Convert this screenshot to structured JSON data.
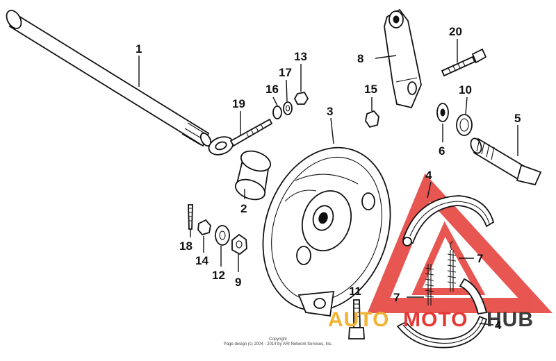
{
  "labels": {
    "l1": "1",
    "l2": "2",
    "l3": "3",
    "l4a": "4",
    "l4b": "4",
    "l5": "5",
    "l6": "6",
    "l7a": "7",
    "l7b": "7",
    "l8": "8",
    "l9": "9",
    "l10": "10",
    "l11": "11",
    "l12": "12",
    "l13": "13",
    "l14": "14",
    "l15": "15",
    "l16": "16",
    "l17": "17",
    "l18": "18",
    "l19": "19",
    "l20": "20"
  },
  "copyright": {
    "line1": "Copyright",
    "line2": "Page design (c) 2004 - 2014 by ARI Network Services, Inc."
  },
  "watermark": {
    "part1": "AUTO",
    "part2": "MOTO",
    "part3": "HUB",
    "color_red": "#e53935",
    "color_gold": "#f2b233",
    "color_dark": "#3a3a3a"
  }
}
